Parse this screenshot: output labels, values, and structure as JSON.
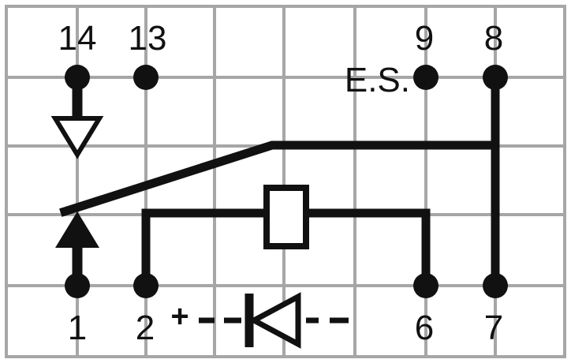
{
  "pins_top": [
    {
      "id": "pin-14",
      "label": "14"
    },
    {
      "id": "pin-13",
      "label": "13"
    },
    {
      "id": "pin-9",
      "label": "9"
    },
    {
      "id": "pin-8",
      "label": "8"
    }
  ],
  "pins_bottom": [
    {
      "id": "pin-1",
      "label": "1"
    },
    {
      "id": "pin-2",
      "label": "2"
    },
    {
      "id": "pin-6",
      "label": "6"
    },
    {
      "id": "pin-7",
      "label": "7"
    }
  ],
  "es_label": "E.S.",
  "polarity_label": "+",
  "colors": {
    "grid": "#a6a6a6",
    "ink": "#111111",
    "background": "#ffffff"
  }
}
